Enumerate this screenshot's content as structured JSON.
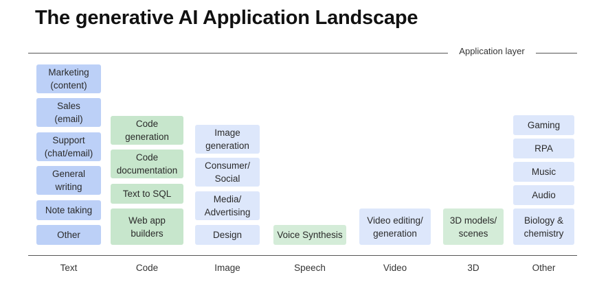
{
  "title": "The generative AI Application Landscape",
  "layer_label": "Application layer",
  "columns": [
    {
      "category": "Text",
      "items": [
        "Marketing\n(content)",
        "Sales\n(email)",
        "Support\n(chat/email)",
        "General\nwriting",
        "Note taking",
        "Other"
      ]
    },
    {
      "category": "Code",
      "items": [
        "Code\ngeneration",
        "Code\ndocumentation",
        "Text to SQL",
        "Web app\nbuilders"
      ]
    },
    {
      "category": "Image",
      "items": [
        "Image\ngeneration",
        "Consumer/\nSocial",
        "Media/\nAdvertising",
        "Design"
      ]
    },
    {
      "category": "Speech",
      "items": [
        "Voice Synthesis"
      ]
    },
    {
      "category": "Video",
      "items": [
        "Video editing/\ngeneration"
      ]
    },
    {
      "category": "3D",
      "items": [
        "3D models/\nscenes"
      ]
    },
    {
      "category": "Other",
      "items": [
        "Gaming",
        "RPA",
        "Music",
        "Audio",
        "Biology &\nchemistry"
      ]
    }
  ],
  "colors": {
    "text_boxes": "#bcd0f7",
    "code_boxes": "#c7e6cc",
    "image_boxes": "#dde7fb",
    "speech_boxes": "#d4ecd8",
    "video_boxes": "#dde7fb",
    "3d_boxes": "#d4ecd8",
    "other_boxes": "#dde7fb"
  }
}
